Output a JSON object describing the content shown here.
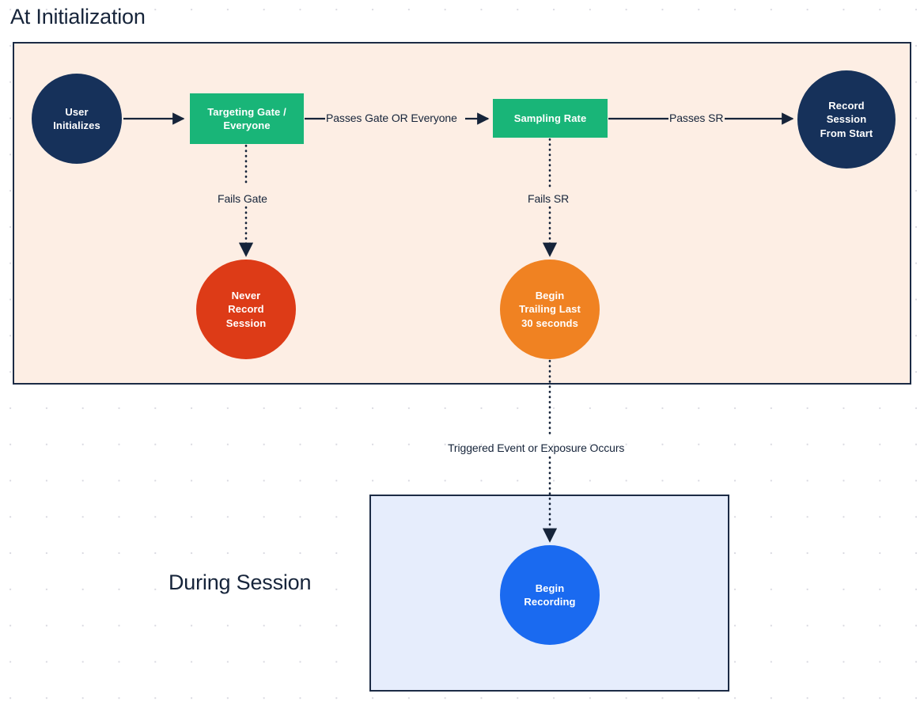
{
  "diagram": {
    "title_initialization": "At Initialization",
    "title_during_session": "During Session",
    "colors": {
      "navy": "#16315a",
      "green": "#19b578",
      "red": "#dd3b17",
      "orange": "#f08222",
      "blue": "#1a6af0",
      "peach_panel": "#fdeee4",
      "blue_panel": "#e6edfc",
      "stroke": "#1c2b45",
      "text_dark": "#16243a"
    },
    "nodes": [
      {
        "id": "user-initializes",
        "label": "User\nInitializes",
        "shape": "circle",
        "color": "#16315a"
      },
      {
        "id": "targeting-gate",
        "label": "Targeting Gate /\nEveryone",
        "shape": "rect",
        "color": "#19b578"
      },
      {
        "id": "sampling-rate",
        "label": "Sampling Rate",
        "shape": "rect",
        "color": "#19b578"
      },
      {
        "id": "record-session-from-start",
        "label": "Record\nSession\nFrom Start",
        "shape": "circle",
        "color": "#16315a"
      },
      {
        "id": "never-record-session",
        "label": "Never\nRecord\nSession",
        "shape": "circle",
        "color": "#dd3b17"
      },
      {
        "id": "begin-trailing-last-30-seconds",
        "label": "Begin\nTrailing Last\n30 seconds",
        "shape": "circle",
        "color": "#f08222"
      },
      {
        "id": "begin-recording",
        "label": "Begin\nRecording",
        "shape": "circle",
        "color": "#1a6af0"
      }
    ],
    "node_labels": {
      "user_initializes_line1": "User",
      "user_initializes_line2": "Initializes",
      "targeting_gate_line1": "Targeting Gate /",
      "targeting_gate_line2": "Everyone",
      "sampling_rate": "Sampling Rate",
      "record_session_line1": "Record",
      "record_session_line2": "Session",
      "record_session_line3": "From Start",
      "never_record_line1": "Never",
      "never_record_line2": "Record",
      "never_record_line3": "Session",
      "begin_trailing_line1": "Begin",
      "begin_trailing_line2": "Trailing Last",
      "begin_trailing_line3": "30 seconds",
      "begin_recording_line1": "Begin",
      "begin_recording_line2": "Recording"
    },
    "edges": [
      {
        "from": "user-initializes",
        "to": "targeting-gate",
        "label": "",
        "style": "solid"
      },
      {
        "from": "targeting-gate",
        "to": "sampling-rate",
        "label": "Passes Gate OR Everyone",
        "style": "solid"
      },
      {
        "from": "sampling-rate",
        "to": "record-session-from-start",
        "label": "Passes SR",
        "style": "solid"
      },
      {
        "from": "targeting-gate",
        "to": "never-record-session",
        "label": "Fails Gate",
        "style": "dotted"
      },
      {
        "from": "sampling-rate",
        "to": "begin-trailing-last-30-seconds",
        "label": "Fails SR",
        "style": "dotted"
      },
      {
        "from": "begin-trailing-last-30-seconds",
        "to": "begin-recording",
        "label": "Triggered Event or Exposure Occurs",
        "style": "dotted"
      }
    ],
    "edge_labels": {
      "passes_gate_or_everyone": "Passes Gate OR Everyone",
      "passes_sr": "Passes SR",
      "fails_gate": "Fails Gate",
      "fails_sr": "Fails SR",
      "triggered_event": "Triggered Event or Exposure Occurs"
    }
  }
}
